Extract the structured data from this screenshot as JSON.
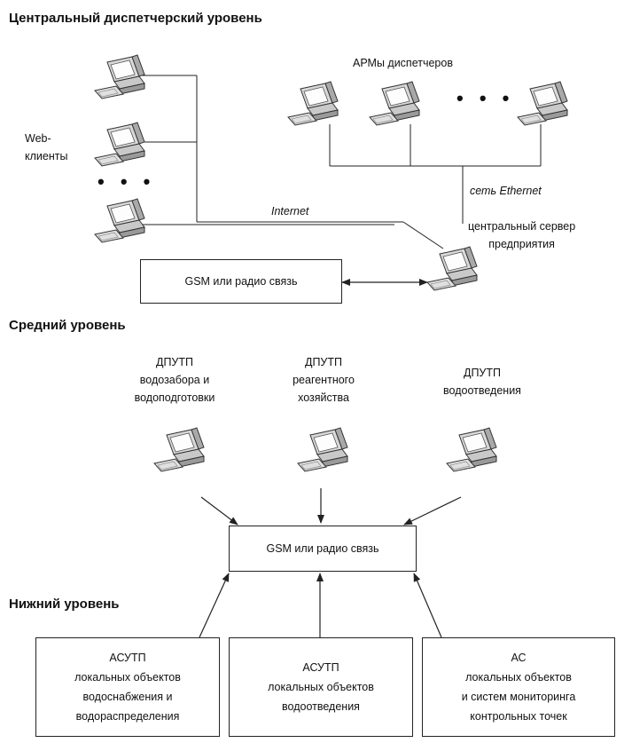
{
  "levels": {
    "central": "Центральный диспетчерский уровень",
    "middle": "Средний уровень",
    "lower": "Нижний уровень"
  },
  "central": {
    "web_clients": [
      "Web-",
      "клиенты"
    ],
    "arm_label": "АРМы диспетчеров",
    "ethernet_label": "сеть Ethernet",
    "internet_label": "Internet",
    "server_label": [
      "центральный сервер",
      "предприятия"
    ],
    "gsm_top": "GSM или радио связь",
    "dots": "• • •"
  },
  "middle": {
    "dputp_1": [
      "ДПУТП",
      "водозабора и",
      "водоподготовки"
    ],
    "dputp_2": [
      "ДПУТП",
      "реагентного",
      "хозяйства"
    ],
    "dputp_3": [
      "ДПУТП",
      "водоотведения"
    ],
    "gsm_mid": "GSM или радио связь"
  },
  "lower": {
    "box_1": [
      "АСУТП",
      "локальных объектов",
      "водоснабжения и",
      "водораспределения"
    ],
    "box_2": [
      "АСУТП",
      "локальных объектов",
      "водоотведения"
    ],
    "box_3": [
      "АС",
      "локальных объектов",
      "и систем мониторинга",
      "контрольных точек"
    ]
  },
  "colors": {
    "line": "#222222",
    "monitor": "#e6e6e6",
    "screen": "#ffffff"
  },
  "icons": [
    "computer-icon"
  ]
}
